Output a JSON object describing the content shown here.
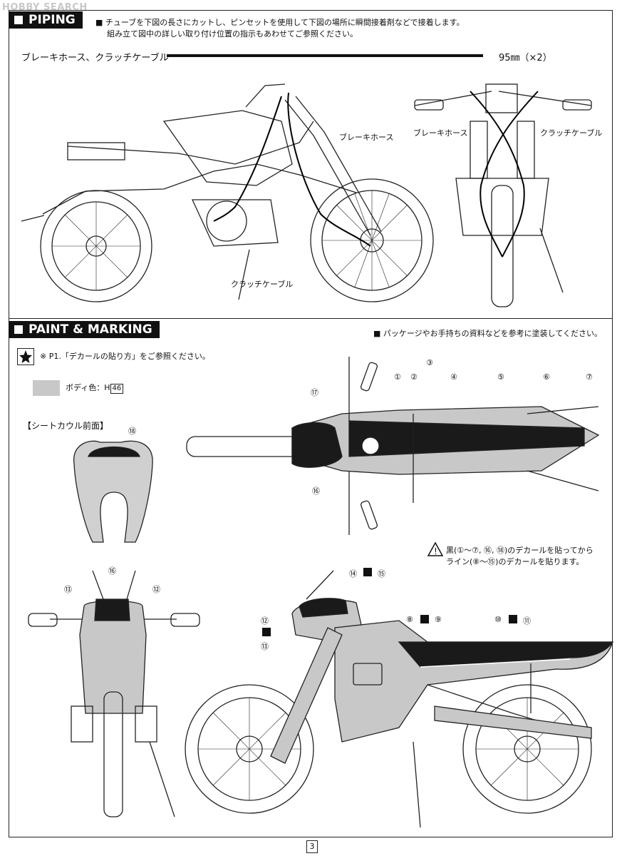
{
  "watermark": "HOBBY SEARCH",
  "piping": {
    "heading": "PIPING",
    "instruction_line1": "■ チューブを下図の長さにカットし、ピンセットを使用して下図の場所に瞬間接着剤などで接着します。",
    "instruction_line2": "組み立て図中の詳しい取り付け位置の指示もあわせてご参照ください。",
    "tube_label": "ブレーキホース、クラッチケーブル",
    "tube_length": "95㎜（×2）",
    "side_label_brake": "ブレーキホース",
    "side_label_clutch": "クラッチケーブル",
    "front_label_brake": "ブレーキホース",
    "front_label_clutch": "クラッチケーブル"
  },
  "paint": {
    "heading": "PAINT & MARKING",
    "note_right": "■ パッケージやお手持ちの資料などを参考に塗装してください。",
    "decal_ref": "※ P1.「デカールの貼り方」をご参照ください。",
    "body_color_label": "ボディ色：H",
    "body_color_code": "46",
    "seat_cowl_label": "【シートカウル前面】",
    "warning_line1": "黒(①〜⑦, ⑯, ⑱)のデカールを貼ってから",
    "warning_line2": "ライン(⑧〜⑮)のデカールを貼ります。",
    "top_numbers": [
      "①",
      "②",
      "③",
      "④",
      "⑤",
      "⑥",
      "⑦",
      "⑯",
      "⑰"
    ],
    "seat_number": "⑱",
    "front_numbers": [
      "⑬",
      "⑯",
      "⑫"
    ],
    "side_numbers": [
      "⑭",
      "⑮",
      "⑫",
      "⑬",
      "⑧",
      "⑨",
      "⑩",
      "⑪"
    ]
  },
  "page_number": "3",
  "colors": {
    "body_gray": "#c8c8c8",
    "decal_black": "#1a1a1a",
    "line": "#222222"
  }
}
